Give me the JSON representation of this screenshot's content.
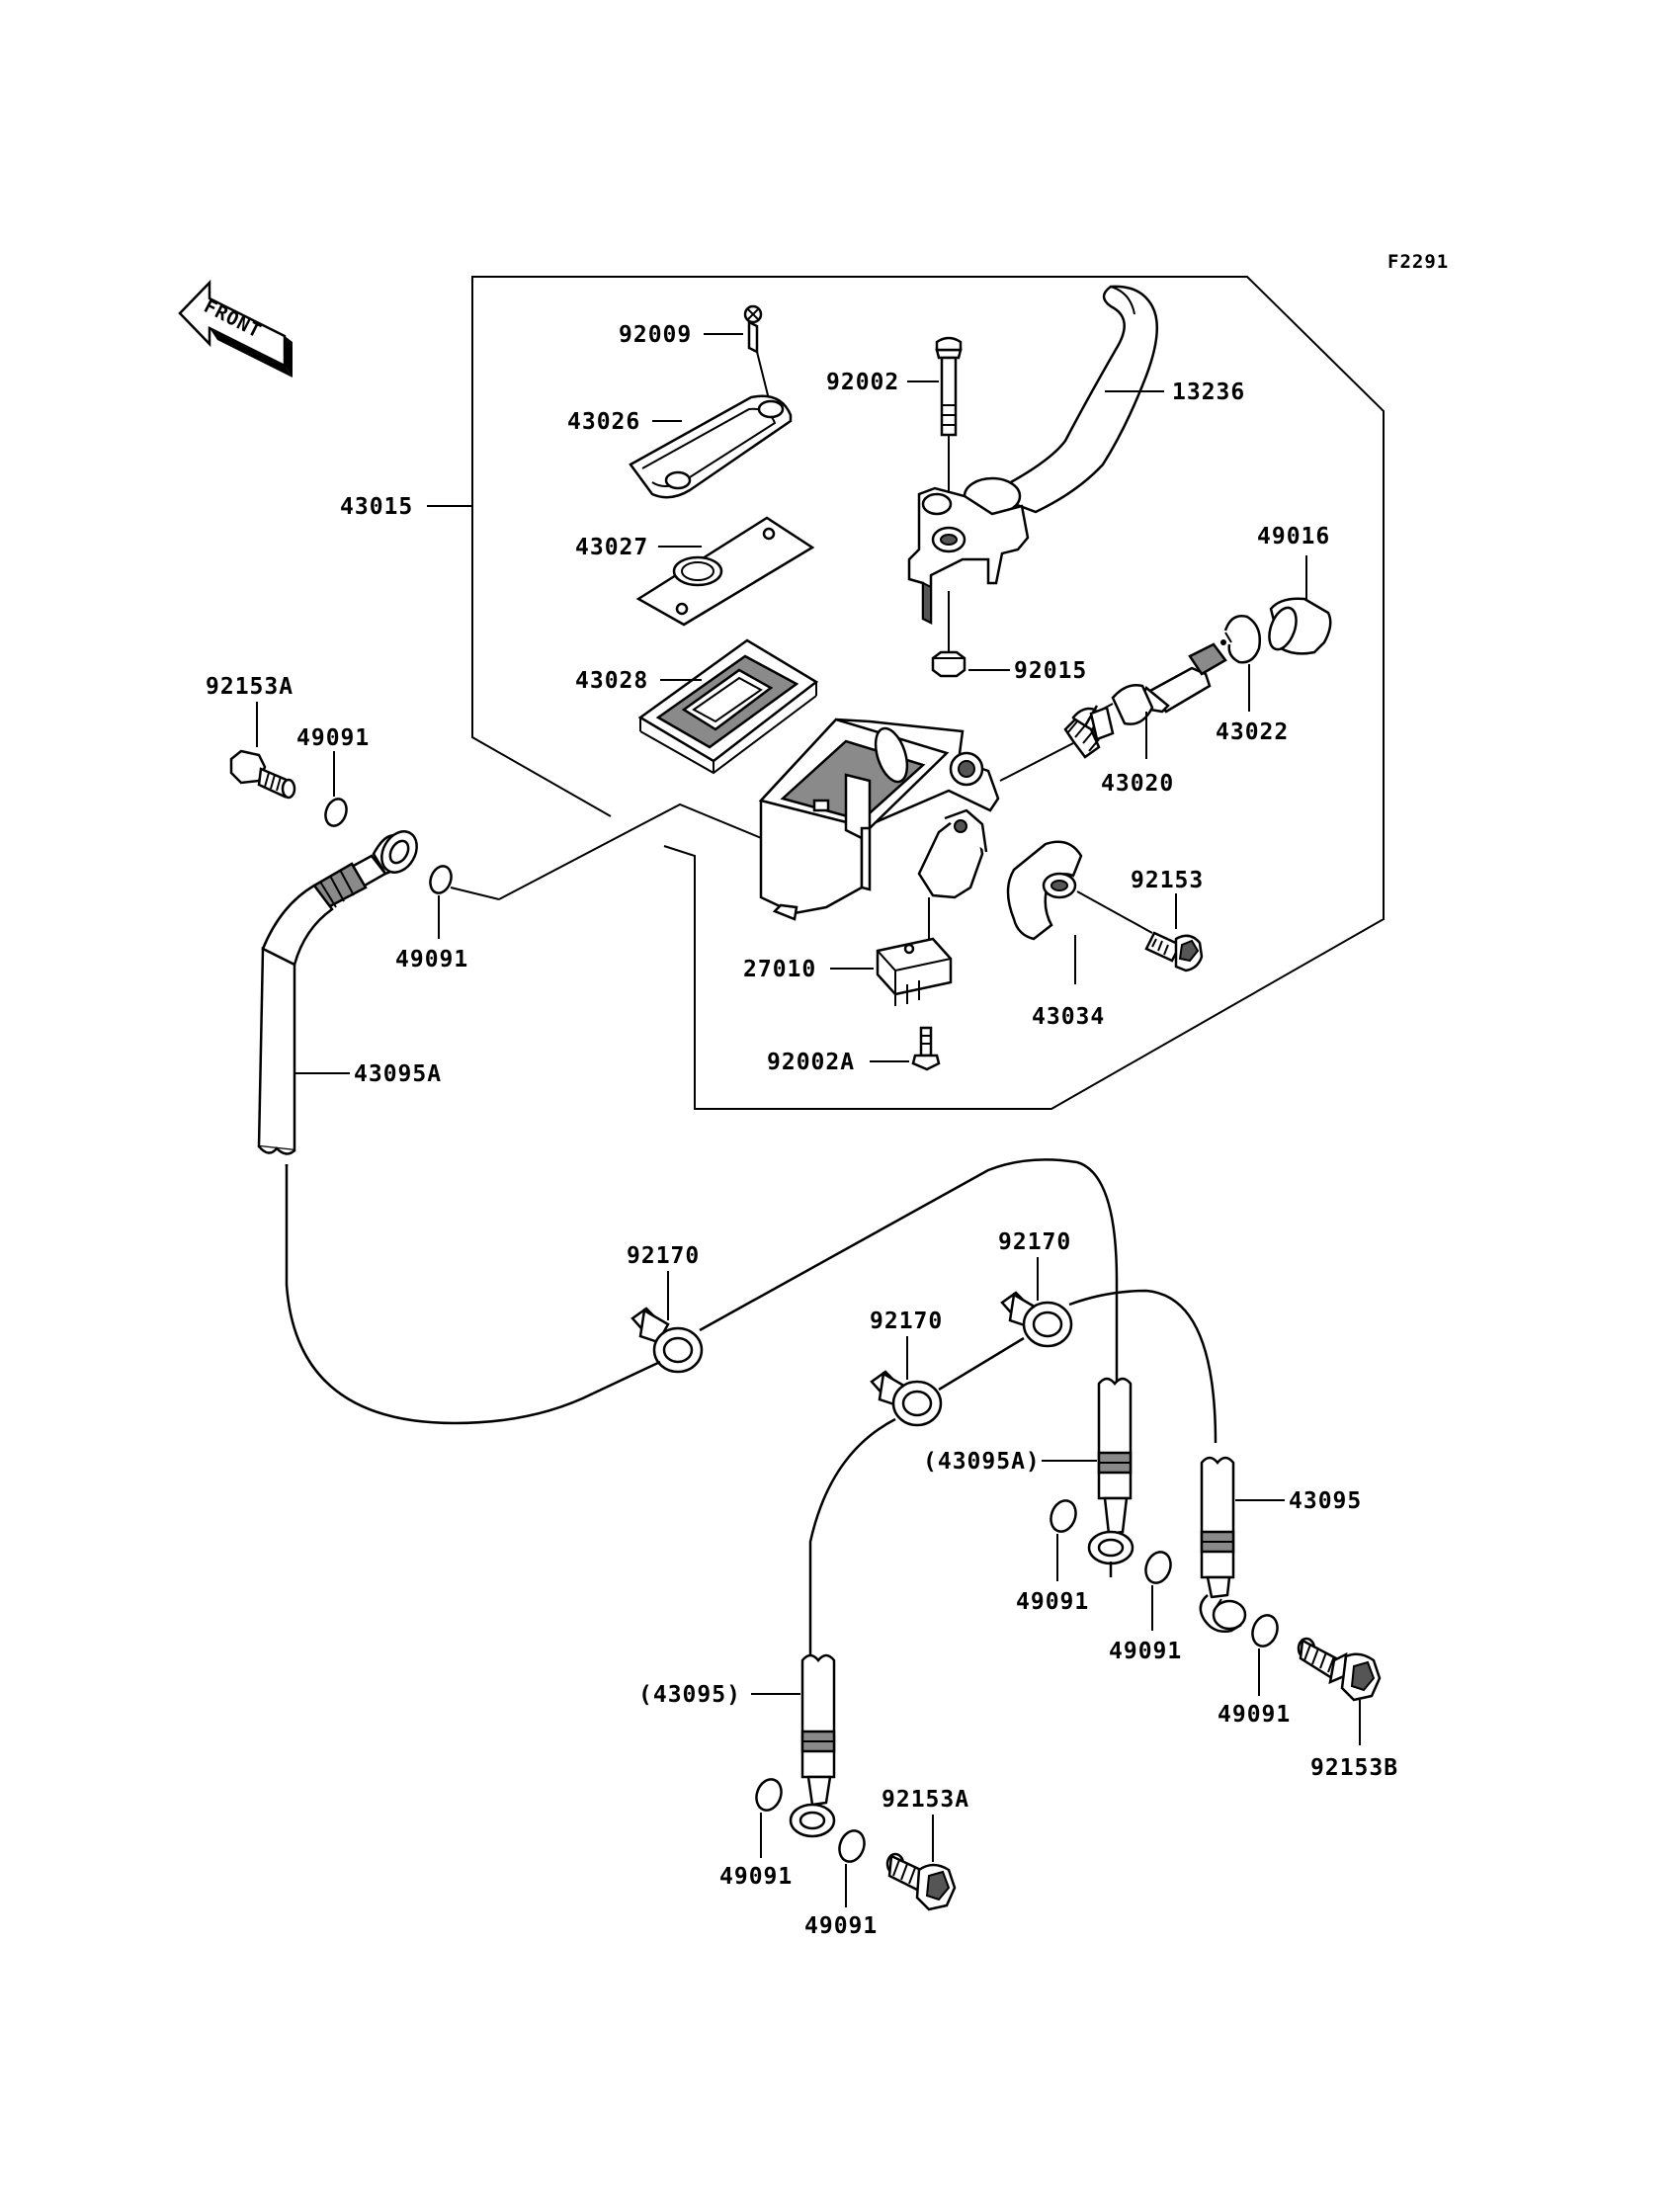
{
  "figure_code": "F2291",
  "front_arrow_label": "FRONT",
  "callouts": {
    "c92009": "92009",
    "c92002": "92002",
    "c13236": "13236",
    "c43026": "43026",
    "c43015": "43015",
    "c43027": "43027",
    "c49016": "49016",
    "c92015": "92015",
    "c43028": "43028",
    "c43022": "43022",
    "c92153A_top": "92153A",
    "c49091_a": "49091",
    "c43020": "43020",
    "c92153": "92153",
    "c49091_b": "49091",
    "c27010": "27010",
    "c43034": "43034",
    "c92002A": "92002A",
    "c43095A": "43095A",
    "c92170_a": "92170",
    "c92170_b": "92170",
    "c92170_c": "92170",
    "c43095A_paren": "(43095A)",
    "c43095": "43095",
    "c49091_c": "49091",
    "c49091_d": "49091",
    "c49091_e": "49091",
    "c43095_paren": "(43095)",
    "c92153A_bottom": "92153A",
    "c92153B": "92153B",
    "c49091_f": "49091",
    "c49091_g": "49091"
  }
}
